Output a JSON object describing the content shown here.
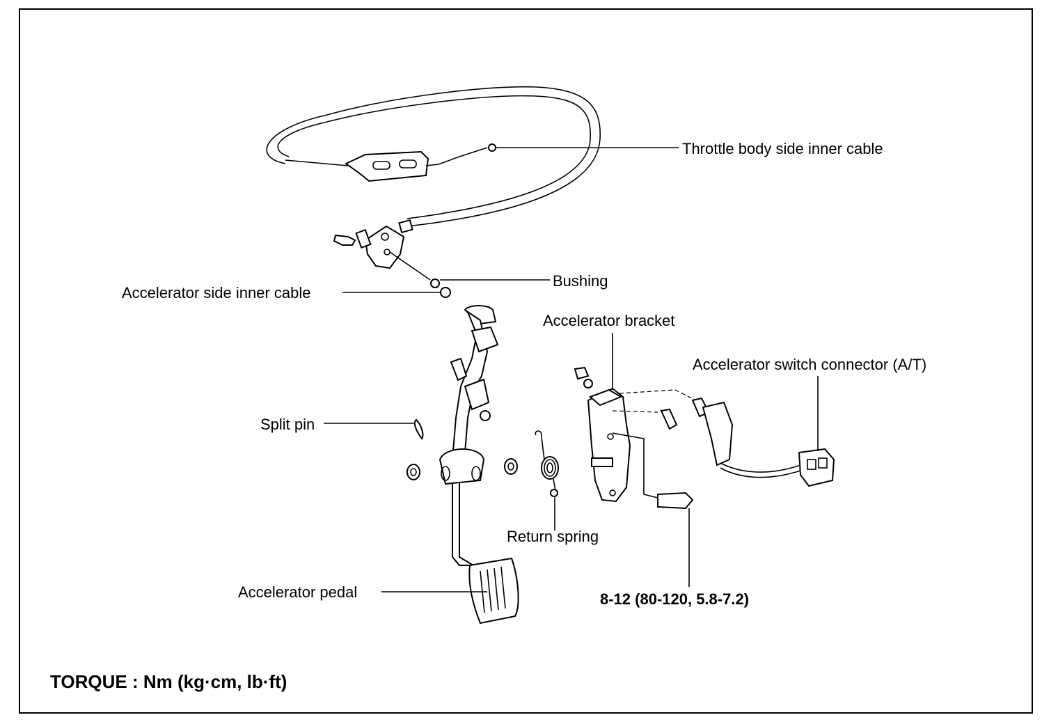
{
  "labels": {
    "throttle_cable": "Throttle body side inner cable",
    "bushing": "Bushing",
    "accel_side_cable": "Accelerator side inner cable",
    "accel_bracket": "Accelerator bracket",
    "switch_connector": "Accelerator switch connector (A/T)",
    "split_pin": "Split pin",
    "return_spring": "Return spring",
    "accel_pedal": "Accelerator pedal",
    "torque_value": "8-12 (80-120, 5.8-7.2)"
  },
  "torque_note": "TORQUE : Nm (kg·cm, lb·ft)"
}
